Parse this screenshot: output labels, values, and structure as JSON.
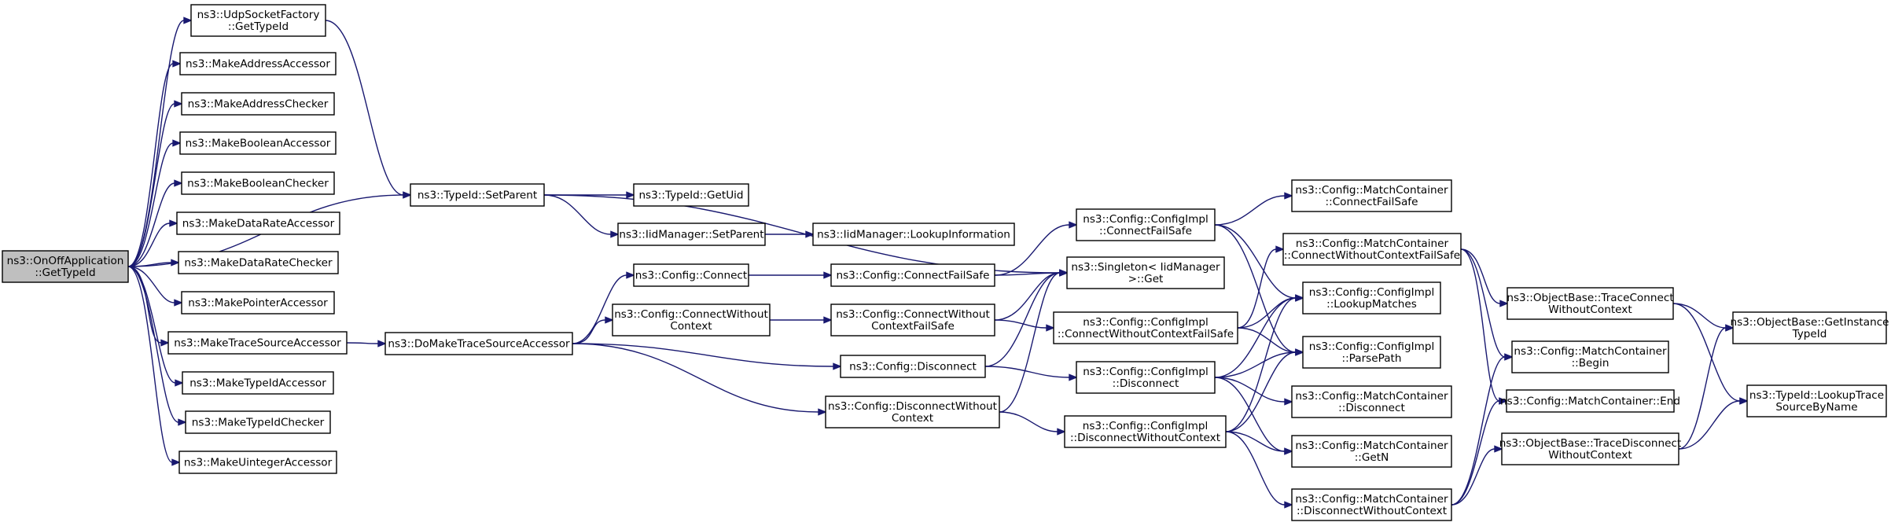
{
  "graph": {
    "colors": {
      "edge": "#191970",
      "node_border": "#000000",
      "root_fill": "#bfbfbf",
      "node_fill": "#ffffff"
    },
    "nodes": [
      {
        "id": "root",
        "lines": [
          "ns3::OnOffApplication",
          "::GetTypeId"
        ],
        "root": true
      },
      {
        "id": "udp",
        "lines": [
          "ns3::UdpSocketFactory",
          "::GetTypeId"
        ]
      },
      {
        "id": "mkaddracc",
        "lines": [
          "ns3::MakeAddressAccessor"
        ]
      },
      {
        "id": "mkaddrchk",
        "lines": [
          "ns3::MakeAddressChecker"
        ]
      },
      {
        "id": "mkboolacc",
        "lines": [
          "ns3::MakeBooleanAccessor"
        ]
      },
      {
        "id": "mkboolchk",
        "lines": [
          "ns3::MakeBooleanChecker"
        ]
      },
      {
        "id": "mkdracc",
        "lines": [
          "ns3::MakeDataRateAccessor"
        ]
      },
      {
        "id": "mkdrchk",
        "lines": [
          "ns3::MakeDataRateChecker"
        ]
      },
      {
        "id": "mkptracc",
        "lines": [
          "ns3::MakePointerAccessor"
        ]
      },
      {
        "id": "mktsacc",
        "lines": [
          "ns3::MakeTraceSourceAccessor"
        ]
      },
      {
        "id": "mktidacc",
        "lines": [
          "ns3::MakeTypeIdAccessor"
        ]
      },
      {
        "id": "mktidchk",
        "lines": [
          "ns3::MakeTypeIdChecker"
        ]
      },
      {
        "id": "mkuintacc",
        "lines": [
          "ns3::MakeUintegerAccessor"
        ]
      },
      {
        "id": "setparent",
        "lines": [
          "ns3::TypeId::SetParent"
        ]
      },
      {
        "id": "domakets",
        "lines": [
          "ns3::DoMakeTraceSourceAccessor"
        ]
      },
      {
        "id": "getuid",
        "lines": [
          "ns3::TypeId::GetUid"
        ]
      },
      {
        "id": "iidsetparent",
        "lines": [
          "ns3::IidManager::SetParent"
        ]
      },
      {
        "id": "lookupinfo",
        "lines": [
          "ns3::IidManager::LookupInformation"
        ]
      },
      {
        "id": "cfgconnect",
        "lines": [
          "ns3::Config::Connect"
        ]
      },
      {
        "id": "cfgconnwoctx",
        "lines": [
          "ns3::Config::ConnectWithout",
          "Context"
        ]
      },
      {
        "id": "cfgdisconnect",
        "lines": [
          "ns3::Config::Disconnect"
        ]
      },
      {
        "id": "cfgdiswoctx",
        "lines": [
          "ns3::Config::DisconnectWithout",
          "Context"
        ]
      },
      {
        "id": "cfgconnfs",
        "lines": [
          "ns3::Config::ConnectFailSafe"
        ]
      },
      {
        "id": "cfgconnwoctxfs",
        "lines": [
          "ns3::Config::ConnectWithout",
          "ContextFailSafe"
        ]
      },
      {
        "id": "implconnfs",
        "lines": [
          "ns3::Config::ConfigImpl",
          "::ConnectFailSafe"
        ]
      },
      {
        "id": "singleton",
        "lines": [
          "ns3::Singleton< IidManager",
          ">::Get"
        ]
      },
      {
        "id": "implconnwoctxfs",
        "lines": [
          "ns3::Config::ConfigImpl",
          "::ConnectWithoutContextFailSafe"
        ]
      },
      {
        "id": "impldisconnect",
        "lines": [
          "ns3::Config::ConfigImpl",
          "::Disconnect"
        ]
      },
      {
        "id": "impldiswoctx",
        "lines": [
          "ns3::Config::ConfigImpl",
          "::DisconnectWithoutContext"
        ]
      },
      {
        "id": "mcconnfs",
        "lines": [
          "ns3::Config::MatchContainer",
          "::ConnectFailSafe"
        ]
      },
      {
        "id": "mcconnwoctxfs",
        "lines": [
          "ns3::Config::MatchContainer",
          "::ConnectWithoutContextFailSafe"
        ]
      },
      {
        "id": "lookupmatches",
        "lines": [
          "ns3::Config::ConfigImpl",
          "::LookupMatches"
        ]
      },
      {
        "id": "parsepath",
        "lines": [
          "ns3::Config::ConfigImpl",
          "::ParsePath"
        ]
      },
      {
        "id": "mcdisconnect",
        "lines": [
          "ns3::Config::MatchContainer",
          "::Disconnect"
        ]
      },
      {
        "id": "mcgetn",
        "lines": [
          "ns3::Config::MatchContainer",
          "::GetN"
        ]
      },
      {
        "id": "mcdiswoctx",
        "lines": [
          "ns3::Config::MatchContainer",
          "::DisconnectWithoutContext"
        ]
      },
      {
        "id": "obtraceconn",
        "lines": [
          "ns3::ObjectBase::TraceConnect",
          "WithoutContext"
        ]
      },
      {
        "id": "mcbegin",
        "lines": [
          "ns3::Config::MatchContainer",
          "::Begin"
        ]
      },
      {
        "id": "mcend",
        "lines": [
          "ns3::Config::MatchContainer::End"
        ]
      },
      {
        "id": "obtracedis",
        "lines": [
          "ns3::ObjectBase::TraceDisconnect",
          "WithoutContext"
        ]
      },
      {
        "id": "obgetinst",
        "lines": [
          "ns3::ObjectBase::GetInstance",
          "TypeId"
        ]
      },
      {
        "id": "lookuptrace",
        "lines": [
          "ns3::TypeId::LookupTrace",
          "SourceByName"
        ]
      }
    ],
    "edges": [
      [
        "root",
        "udp"
      ],
      [
        "root",
        "mkaddracc"
      ],
      [
        "root",
        "mkaddrchk"
      ],
      [
        "root",
        "mkboolacc"
      ],
      [
        "root",
        "mkboolchk"
      ],
      [
        "root",
        "mkdracc"
      ],
      [
        "root",
        "mkdrchk"
      ],
      [
        "root",
        "mkptracc"
      ],
      [
        "root",
        "mktsacc"
      ],
      [
        "root",
        "mktidacc"
      ],
      [
        "root",
        "mktidchk"
      ],
      [
        "root",
        "mkuintacc"
      ],
      [
        "root",
        "setparent"
      ],
      [
        "udp",
        "setparent"
      ],
      [
        "mktsacc",
        "domakets"
      ],
      [
        "setparent",
        "getuid"
      ],
      [
        "setparent",
        "iidsetparent"
      ],
      [
        "setparent",
        "singleton"
      ],
      [
        "iidsetparent",
        "lookupinfo"
      ],
      [
        "domakets",
        "cfgconnect"
      ],
      [
        "domakets",
        "cfgconnwoctx"
      ],
      [
        "domakets",
        "cfgdisconnect"
      ],
      [
        "domakets",
        "cfgdiswoctx"
      ],
      [
        "cfgconnect",
        "cfgconnfs"
      ],
      [
        "cfgconnwoctx",
        "cfgconnwoctxfs"
      ],
      [
        "cfgconnfs",
        "implconnfs"
      ],
      [
        "cfgconnfs",
        "singleton"
      ],
      [
        "cfgconnwoctxfs",
        "singleton"
      ],
      [
        "cfgconnwoctxfs",
        "implconnwoctxfs"
      ],
      [
        "cfgdisconnect",
        "singleton"
      ],
      [
        "cfgdisconnect",
        "impldisconnect"
      ],
      [
        "cfgdiswoctx",
        "singleton"
      ],
      [
        "cfgdiswoctx",
        "impldiswoctx"
      ],
      [
        "implconnfs",
        "mcconnfs"
      ],
      [
        "implconnfs",
        "lookupmatches"
      ],
      [
        "implconnfs",
        "parsepath"
      ],
      [
        "implconnwoctxfs",
        "mcconnwoctxfs"
      ],
      [
        "implconnwoctxfs",
        "lookupmatches"
      ],
      [
        "implconnwoctxfs",
        "parsepath"
      ],
      [
        "impldisconnect",
        "lookupmatches"
      ],
      [
        "impldisconnect",
        "parsepath"
      ],
      [
        "impldisconnect",
        "mcdisconnect"
      ],
      [
        "impldisconnect",
        "mcgetn"
      ],
      [
        "impldiswoctx",
        "lookupmatches"
      ],
      [
        "impldiswoctx",
        "parsepath"
      ],
      [
        "impldiswoctx",
        "mcgetn"
      ],
      [
        "impldiswoctx",
        "mcdiswoctx"
      ],
      [
        "mcconnwoctxfs",
        "obtraceconn"
      ],
      [
        "mcconnwoctxfs",
        "mcbegin"
      ],
      [
        "mcconnwoctxfs",
        "mcend"
      ],
      [
        "mcdiswoctx",
        "mcbegin"
      ],
      [
        "mcdiswoctx",
        "mcend"
      ],
      [
        "mcdiswoctx",
        "obtracedis"
      ],
      [
        "obtraceconn",
        "obgetinst"
      ],
      [
        "obtraceconn",
        "lookuptrace"
      ],
      [
        "obtracedis",
        "obgetinst"
      ],
      [
        "obtracedis",
        "lookuptrace"
      ]
    ]
  }
}
